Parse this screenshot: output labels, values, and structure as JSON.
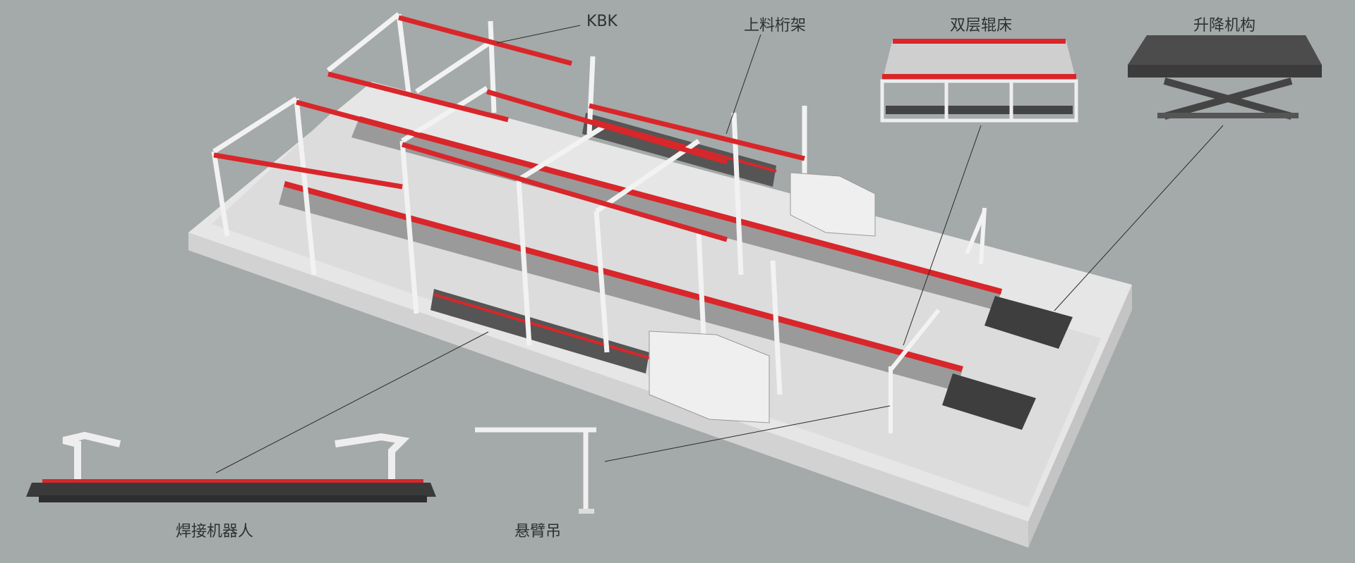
{
  "labels": {
    "kbk": "KBK",
    "loading_gantry": "上料桁架",
    "double_roller_bed": "双层辊床",
    "lifting_mechanism": "升降机构",
    "welding_robot": "焊接机器人",
    "cantilever_crane": "悬臂吊"
  },
  "colors": {
    "background": "#a4aaa9",
    "platform": "#e4e4e4",
    "accent_red": "#d9262a",
    "frame": "#f2f2f2",
    "dark": "#4a4a4a"
  }
}
